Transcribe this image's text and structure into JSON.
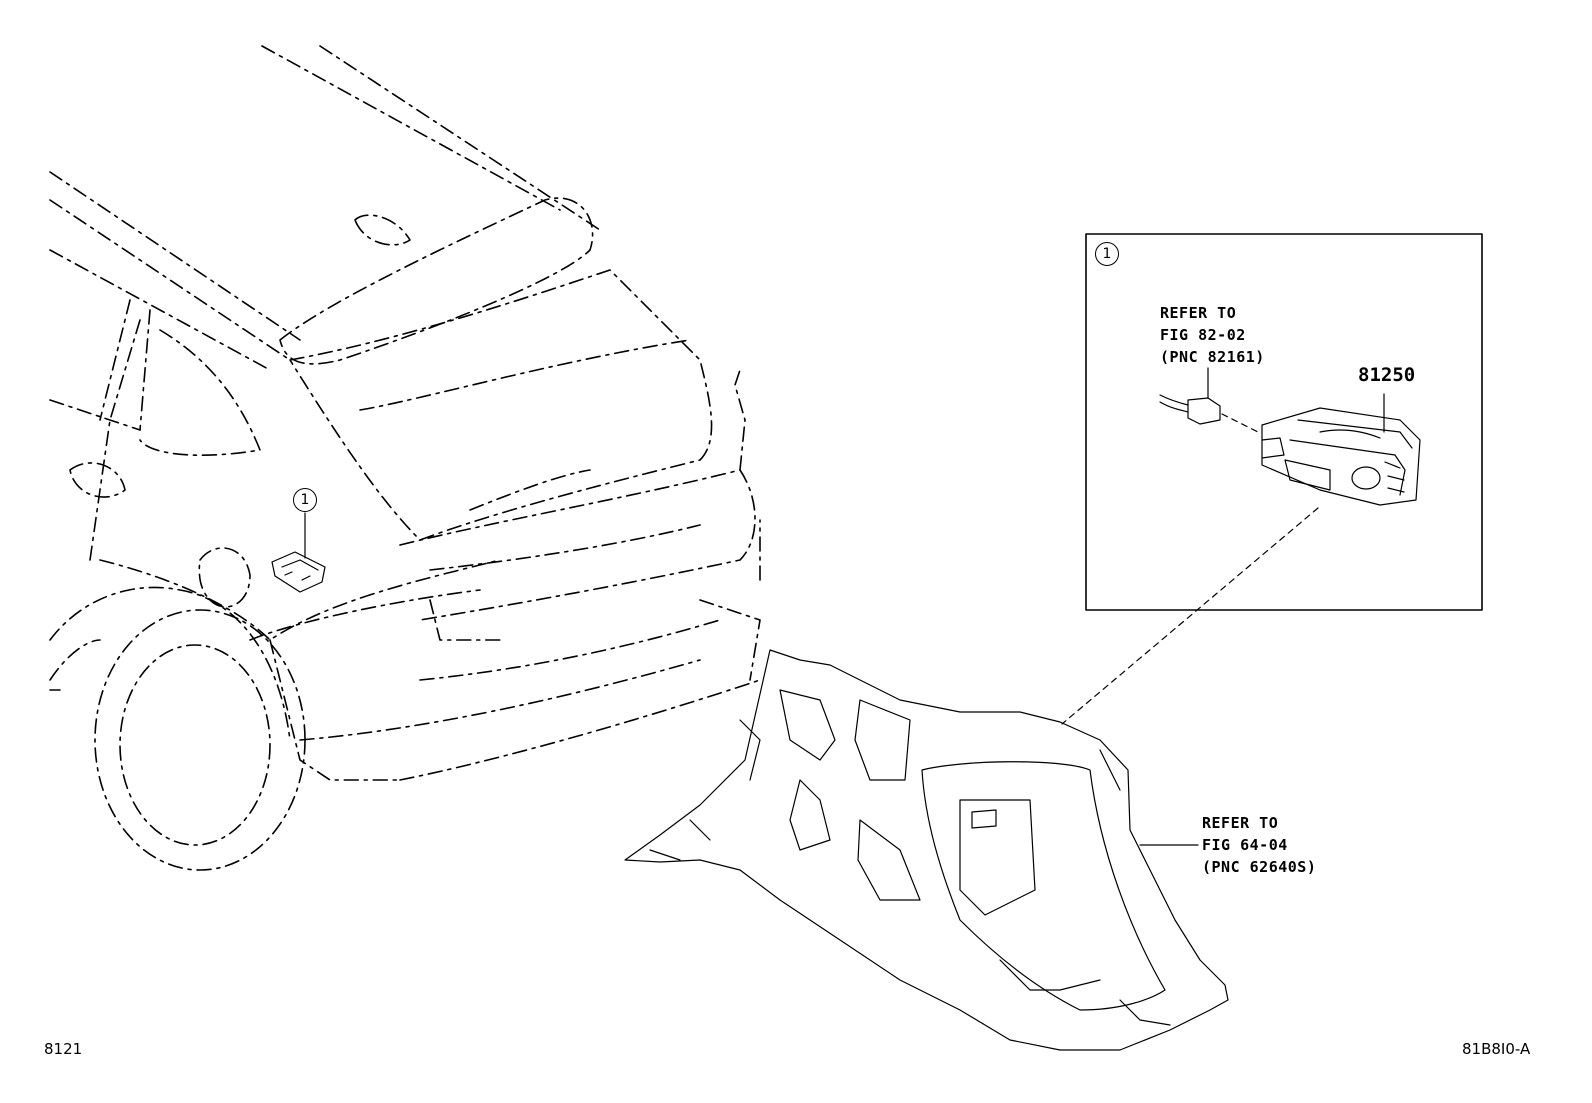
{
  "callout_marker": "1",
  "inset": {
    "marker": "1",
    "refer_connector": {
      "line1": "REFER TO",
      "line2": "FIG 82-02",
      "line3": "(PNC 82161)"
    },
    "part_number": "81250"
  },
  "refer_trim": {
    "line1": "REFER TO",
    "line2": "FIG 64-04",
    "line3": "(PNC 62640S)"
  },
  "footer": {
    "left_code": "8121",
    "right_code": "81B8I0-A"
  }
}
